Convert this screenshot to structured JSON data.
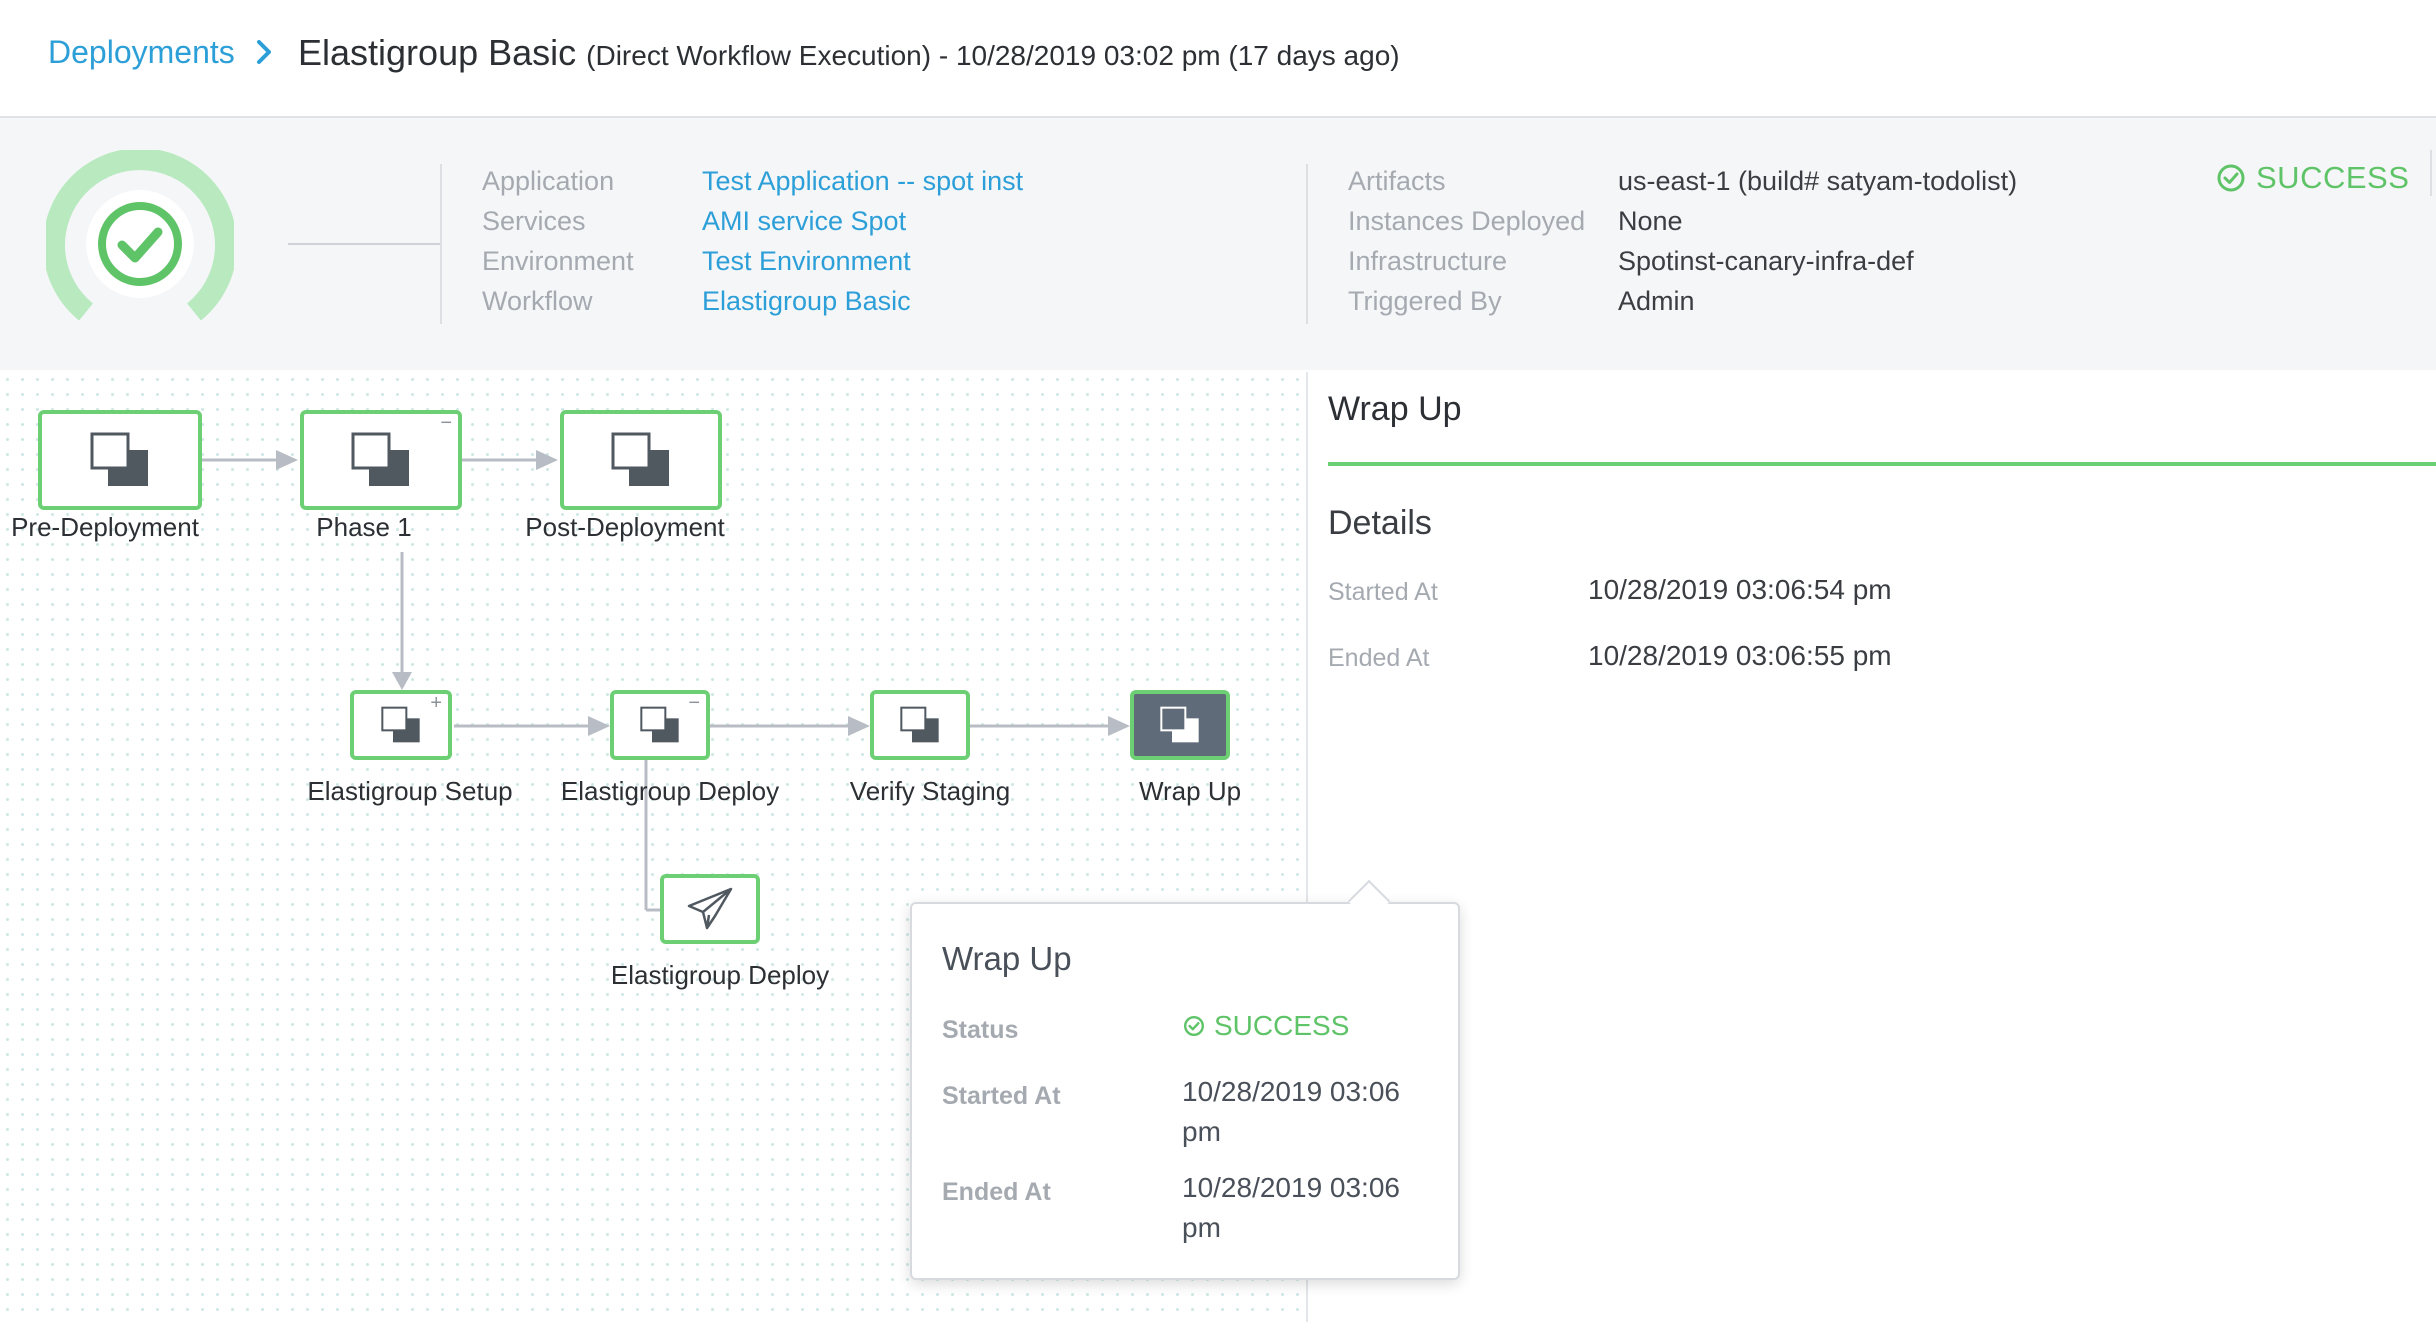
{
  "header": {
    "breadcrumb_link": "Deployments",
    "title_main": "Elastigroup Basic",
    "title_sub": "(Direct Workflow Execution) - 10/28/2019 03:02 pm (17 days ago)"
  },
  "summary": {
    "left_labels": [
      "Application",
      "Services",
      "Environment",
      "Workflow"
    ],
    "left_values": [
      "Test Application -- spot inst",
      "AMI service Spot",
      "Test Environment",
      "Elastigroup Basic"
    ],
    "right_labels": [
      "Artifacts",
      "Instances Deployed",
      "Infrastructure",
      "Triggered By"
    ],
    "right_values": [
      "us-east-1 (build# satyam-todolist)",
      "None",
      "Spotinst-canary-infra-def",
      "Admin"
    ],
    "status": "SUCCESS"
  },
  "graph": {
    "nodes": [
      {
        "label": "Pre-Deployment",
        "sign": "",
        "active": false,
        "icon": "step-icon"
      },
      {
        "label": "Phase 1",
        "sign": "−",
        "active": false,
        "icon": "step-icon"
      },
      {
        "label": "Post-Deployment",
        "sign": "",
        "active": false,
        "icon": "step-icon"
      },
      {
        "label": "Elastigroup Setup",
        "sign": "+",
        "active": false,
        "icon": "step-icon"
      },
      {
        "label": "Elastigroup Deploy",
        "sign": "−",
        "active": false,
        "icon": "step-icon"
      },
      {
        "label": "Verify Staging",
        "sign": "",
        "active": false,
        "icon": "step-icon"
      },
      {
        "label": "Wrap Up",
        "sign": "",
        "active": true,
        "icon": "step-icon"
      },
      {
        "label": "Elastigroup Deploy",
        "sign": "",
        "active": false,
        "icon": "paper-plane-icon"
      }
    ]
  },
  "panel": {
    "title": "Wrap Up",
    "details_heading": "Details",
    "started_label": "Started At",
    "started_value": "10/28/2019 03:06:54 pm",
    "ended_label": "Ended At",
    "ended_value": "10/28/2019 03:06:55 pm"
  },
  "popover": {
    "title": "Wrap Up",
    "status_label": "Status",
    "status_value": "SUCCESS",
    "started_label": "Started At",
    "started_value": "10/28/2019 03:06 pm",
    "ended_label": "Ended At",
    "ended_value": "10/28/2019 03:06 pm"
  },
  "colors": {
    "accent_blue": "#2d9fd8",
    "success_green": "#5fc368",
    "node_border": "#6ccf73",
    "active_node": "#5f6b79"
  }
}
